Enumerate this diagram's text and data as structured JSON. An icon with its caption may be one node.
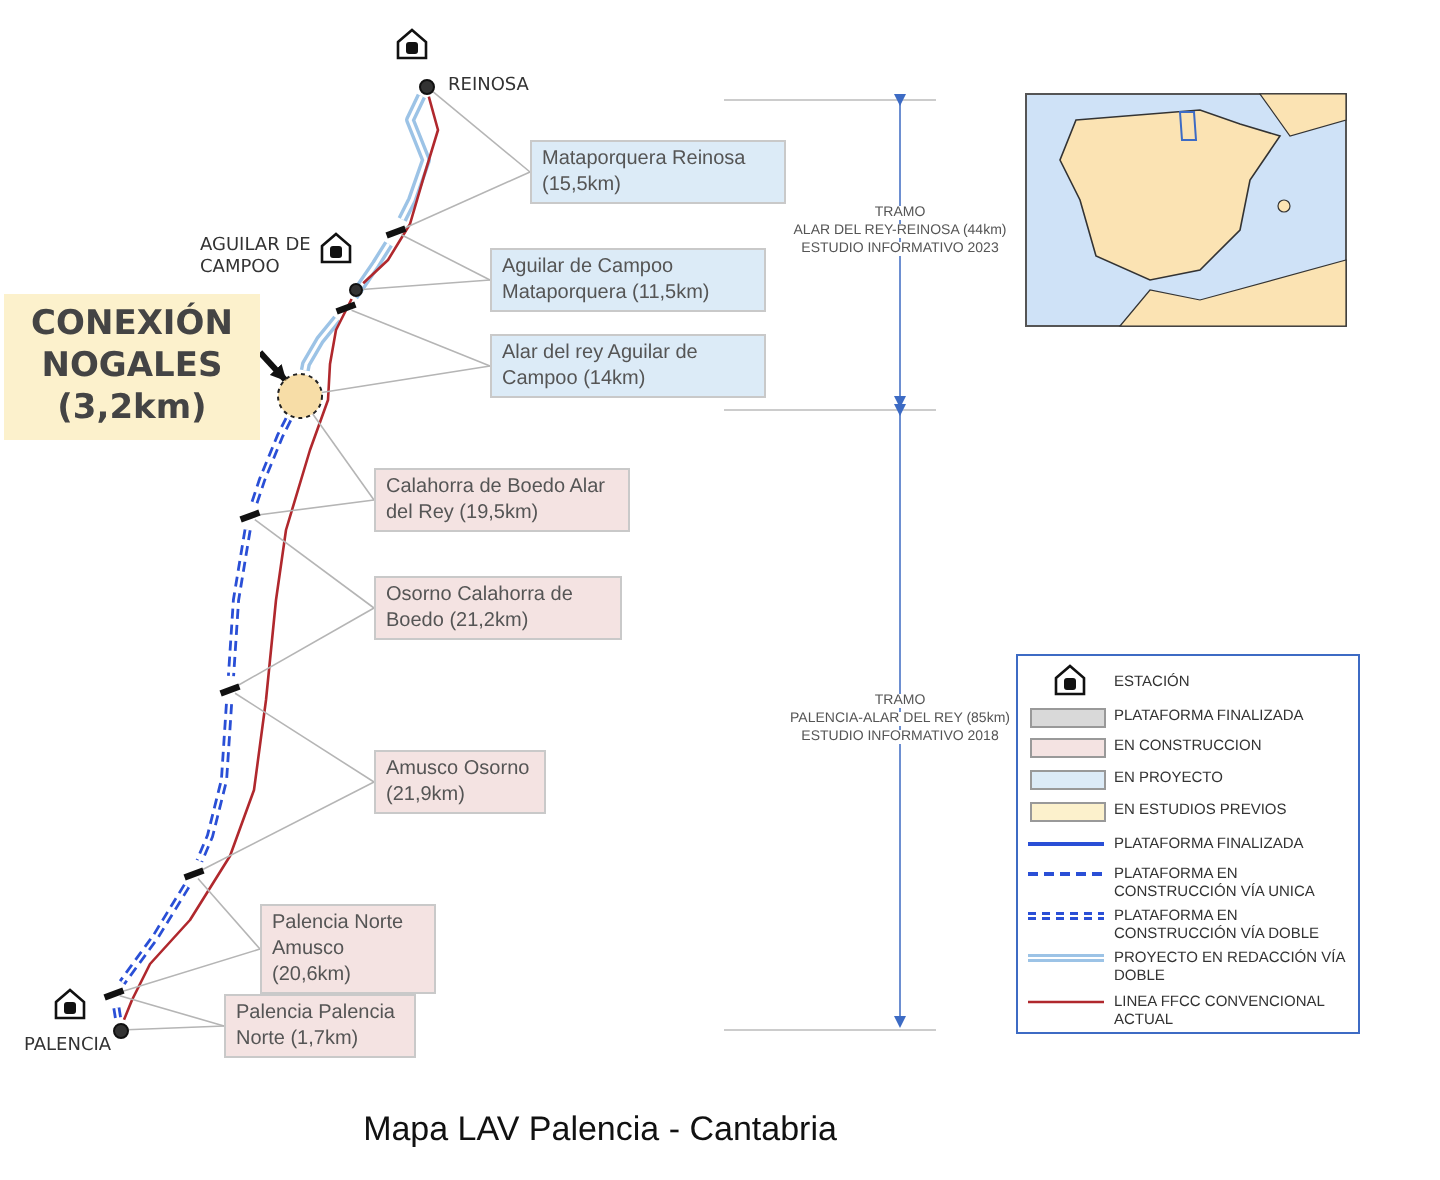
{
  "diagram": {
    "caption": "Mapa LAV Palencia - Cantabria",
    "nodes": [
      {
        "text": [
          "Mataporquera Reinosa (15,5km)"
        ]
      },
      {
        "text": [
          "Aguilar de Campoo Mataporquera (11,5km)"
        ]
      },
      {
        "text": [
          "Alar del rey Aguilar de Campoo (14km)"
        ]
      },
      {
        "text": [
          "CONEXIÓN NOGALES (3,2km)"
        ]
      },
      {
        "text": [
          "Calahorra de Boedo Alar del Rey (19,5km)"
        ]
      },
      {
        "text": [
          "Osorno Calahorra de Boedo (21,2km)"
        ]
      },
      {
        "text": [
          "Amusco Osorno (21,9km)"
        ]
      },
      {
        "text": [
          "Palencia Norte Amusco (20,6km)"
        ]
      },
      {
        "text": [
          "Palencia Palencia Norte (1,7km)"
        ]
      },
      {
        "text": [],
        "shape": "circle"
      },
      {
        "text": [],
        "shape": "circle"
      },
      {
        "text": [],
        "shape": "bar"
      },
      {
        "text": [],
        "shape": "circle"
      },
      {
        "text": [],
        "shape": "bar"
      },
      {
        "text": [],
        "shape": "bar"
      },
      {
        "text": [],
        "shape": "bar"
      },
      {
        "text": [],
        "shape": "bar"
      },
      {
        "text": [],
        "shape": "bar"
      },
      {
        "text": [],
        "shape": "circle"
      }
    ],
    "edges": [
      {
        "from": 0,
        "to": 10,
        "arrow": "none"
      },
      {
        "from": 0,
        "to": 11,
        "arrow": "none"
      },
      {
        "from": 1,
        "to": 11,
        "arrow": "none"
      },
      {
        "from": 1,
        "to": 12,
        "arrow": "none"
      },
      {
        "from": 2,
        "to": 13,
        "arrow": "none"
      },
      {
        "from": 2,
        "to": 9,
        "arrow": "none"
      },
      {
        "from": 3,
        "to": 9,
        "arrow": "to",
        "style": "thick",
        "color": "#111111"
      },
      {
        "from": 4,
        "to": 9,
        "arrow": "none"
      },
      {
        "from": 4,
        "to": 14,
        "arrow": "none"
      },
      {
        "from": 5,
        "to": 14,
        "arrow": "none"
      },
      {
        "from": 5,
        "to": 15,
        "arrow": "none"
      },
      {
        "from": 6,
        "to": 15,
        "arrow": "none"
      },
      {
        "from": 6,
        "to": 16,
        "arrow": "none"
      },
      {
        "from": 7,
        "to": 16,
        "arrow": "none"
      },
      {
        "from": 7,
        "to": 17,
        "arrow": "none"
      },
      {
        "from": 8,
        "to": 17,
        "arrow": "none"
      },
      {
        "from": 8,
        "to": 18,
        "arrow": "none"
      }
    ],
    "labels": [
      "REINOSA",
      "TRAMO",
      "ALAR DEL REY-REINOSA (44km)",
      "ESTUDIO INFORMATIVO 2023",
      "AGUILAR DE CAMPOO",
      "TRAMO",
      "PALENCIA-ALAR DEL REY (85km)",
      "ESTUDIO INFORMATIVO 2018",
      "PALENCIA"
    ],
    "legend": [
      {
        "text": "ESTACIÓN"
      },
      {
        "text": "PLATAFORMA FINALIZADA",
        "color": "#d9d9d9"
      },
      {
        "text": "EN CONSTRUCCION",
        "color": "#f4e3e2"
      },
      {
        "text": "EN PROYECTO",
        "color": "#dcebf7"
      },
      {
        "text": "EN ESTUDIOS PREVIOS",
        "color": "#fcf1cc"
      },
      {
        "text": "PLATAFORMA FINALIZADA"
      },
      {
        "text": "PLATAFORMA EN CONSTRUCCIÓN VÍA UNICA"
      },
      {
        "text": "PLATAFORMA EN CONSTRUCCIÓN VÍA DOBLE"
      },
      {
        "text": "PROYECTO EN REDACCIÓN VÍA DOBLE"
      },
      {
        "text": "LINEA FFCC CONVENCIONAL ACTUAL"
      }
    ]
  }
}
